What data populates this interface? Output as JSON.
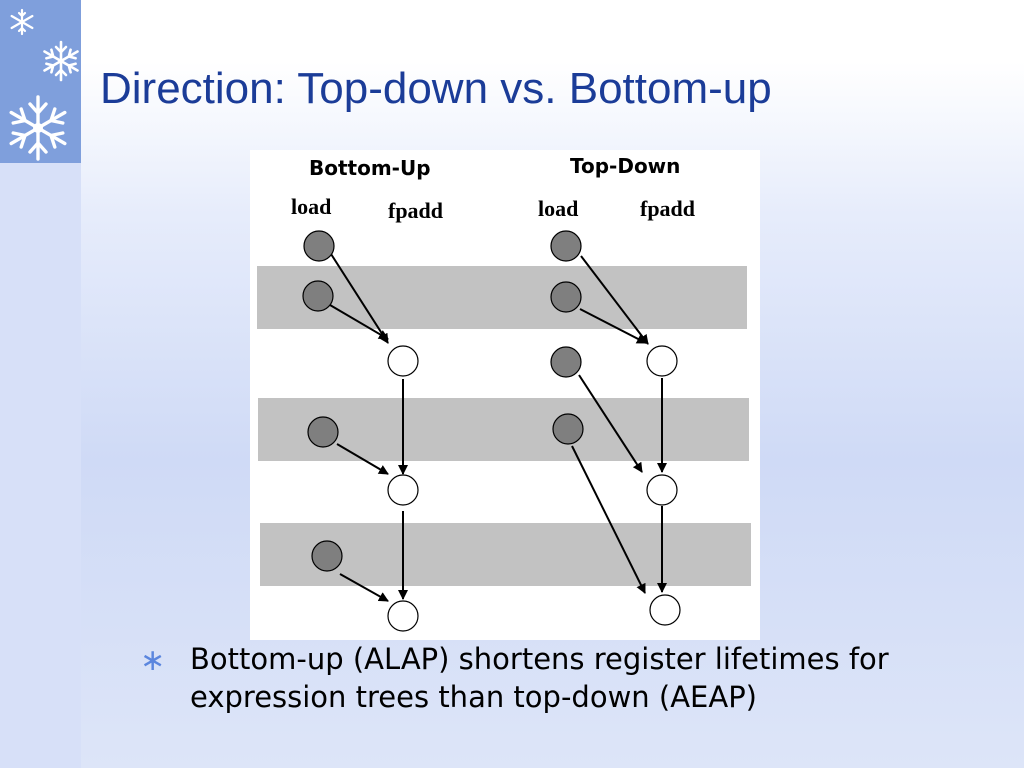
{
  "slide": {
    "title": "Direction: Top-down vs. Bottom-up",
    "bullet_text": "Bottom-up (ALAP) shortens register lifetimes for expression trees than top-down (AEAP)"
  },
  "diagram": {
    "headings": {
      "bottom_up": "Bottom-Up",
      "top_down": "Top-Down"
    },
    "bottom_up": {
      "load_label": "load",
      "fpadd_label": "fpadd"
    },
    "top_down": {
      "load_label": "load",
      "fpadd_label": "fpadd"
    }
  },
  "colors": {
    "title": "#1b3c98",
    "band": "#c2c2c2",
    "load_node": "#7f7f7f",
    "fpadd_node": "#ffffff",
    "bullet": "#5b86de"
  },
  "icons": [
    "snowflake-icon",
    "snowflake-icon",
    "snowflake-icon",
    "asterisk-bullet-icon"
  ]
}
